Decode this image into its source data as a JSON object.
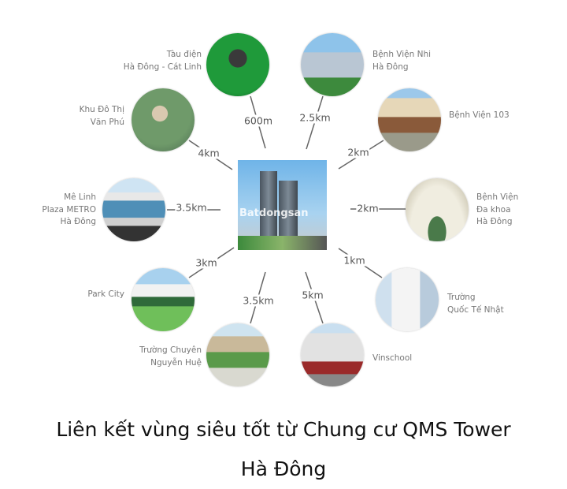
{
  "nodes": [
    {
      "label_lines": [
        "Tàu điện",
        "Hà Đông - Cát Linh"
      ],
      "distance": "600m",
      "image": "green-metro-train"
    },
    {
      "label_lines": [
        "Bệnh Viện Nhi",
        "Hà Đông"
      ],
      "distance": "2.5km",
      "image": "hospital-building"
    },
    {
      "label_lines": [
        "Bệnh Viện 103"
      ],
      "distance": "2km",
      "image": "hospital-gate"
    },
    {
      "label_lines": [
        "Khu Đô Thị",
        "Văn Phú"
      ],
      "distance": "4km",
      "image": "urban-aerial"
    },
    {
      "label_lines": [
        "Mê Linh",
        "Plaza METRO",
        "Hà Đông"
      ],
      "distance": "3.5km",
      "image": "shopping-mall"
    },
    {
      "label_lines": [
        "Bệnh Viện",
        "Đa khoa",
        "Hà Đông"
      ],
      "distance": "2km",
      "image": "hospital-arch"
    },
    {
      "label_lines": [
        "Park City"
      ],
      "distance": "3km",
      "image": "park-city-gate"
    },
    {
      "label_lines": [
        "Trường",
        "Quốc Tế Nhật"
      ],
      "distance": "1km",
      "image": "school-building"
    },
    {
      "label_lines": [
        "Trường Chuyên",
        "Nguyễn Huệ"
      ],
      "distance": "3.5km",
      "image": "school-campus"
    },
    {
      "label_lines": [
        "Vinschool"
      ],
      "distance": "5km",
      "image": "students-school"
    }
  ],
  "center": {
    "image": "qms-tower",
    "watermark": "Batdongsan"
  },
  "caption": {
    "line1": "Liên kết vùng siêu tốt từ Chung cư QMS Tower",
    "line2": "Hà Đông"
  }
}
